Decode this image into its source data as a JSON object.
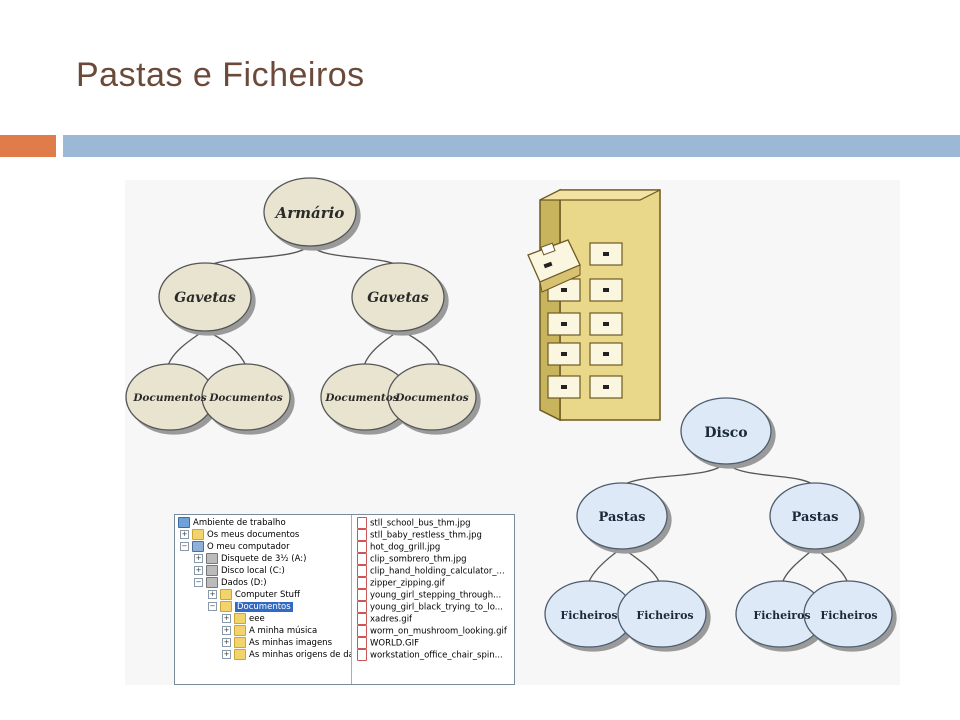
{
  "slide": {
    "title": "Pastas e Ficheiros"
  },
  "colors": {
    "title": "#6b4a3a",
    "accent_orange": "#e07c4a",
    "accent_blue": "#9bb9d6",
    "beige_node": "#e9e4cf",
    "blue_node": "#dde9f6"
  },
  "left_tree": {
    "root": "Armário",
    "level1": [
      "Gavetas",
      "Gavetas"
    ],
    "level2": [
      "Documentos",
      "Documentos",
      "Documentos",
      "Documentos"
    ]
  },
  "right_tree": {
    "root": "Disco",
    "level1": [
      "Pastas",
      "Pastas"
    ],
    "level2": [
      "Ficheiros",
      "Ficheiros",
      "Ficheiros",
      "Ficheiros"
    ]
  },
  "explorer": {
    "tree": [
      {
        "label": "Ambiente de trabalho",
        "icon": "desktop-icon"
      },
      {
        "label": "Os meus documentos",
        "icon": "folder-icon"
      },
      {
        "label": "O meu computador",
        "icon": "computer-icon"
      },
      {
        "label": "Disquete de 3½ (A:)",
        "icon": "floppy-icon"
      },
      {
        "label": "Disco local (C:)",
        "icon": "drive-icon"
      },
      {
        "label": "Dados (D:)",
        "icon": "drive-icon"
      },
      {
        "label": "Computer Stuff",
        "icon": "folder-icon"
      },
      {
        "label": "Documentos",
        "icon": "folder-icon",
        "selected": true
      },
      {
        "label": "eee",
        "icon": "folder-icon"
      },
      {
        "label": "A minha música",
        "icon": "folder-icon"
      },
      {
        "label": "As minhas imagens",
        "icon": "folder-icon"
      },
      {
        "label": "As minhas origens de dados",
        "icon": "folder-icon"
      }
    ],
    "files": [
      "stll_school_bus_thm.jpg",
      "stll_baby_restless_thm.jpg",
      "hot_dog_grill.jpg",
      "clip_sombrero_thm.jpg",
      "clip_hand_holding_calculator_...",
      "zipper_zipping.gif",
      "young_girl_stepping_through...",
      "young_girl_black_trying_to_lo...",
      "xadres.gif",
      "worm_on_mushroom_looking.gif",
      "WORLD.GIF",
      "workstation_office_chair_spin..."
    ]
  }
}
